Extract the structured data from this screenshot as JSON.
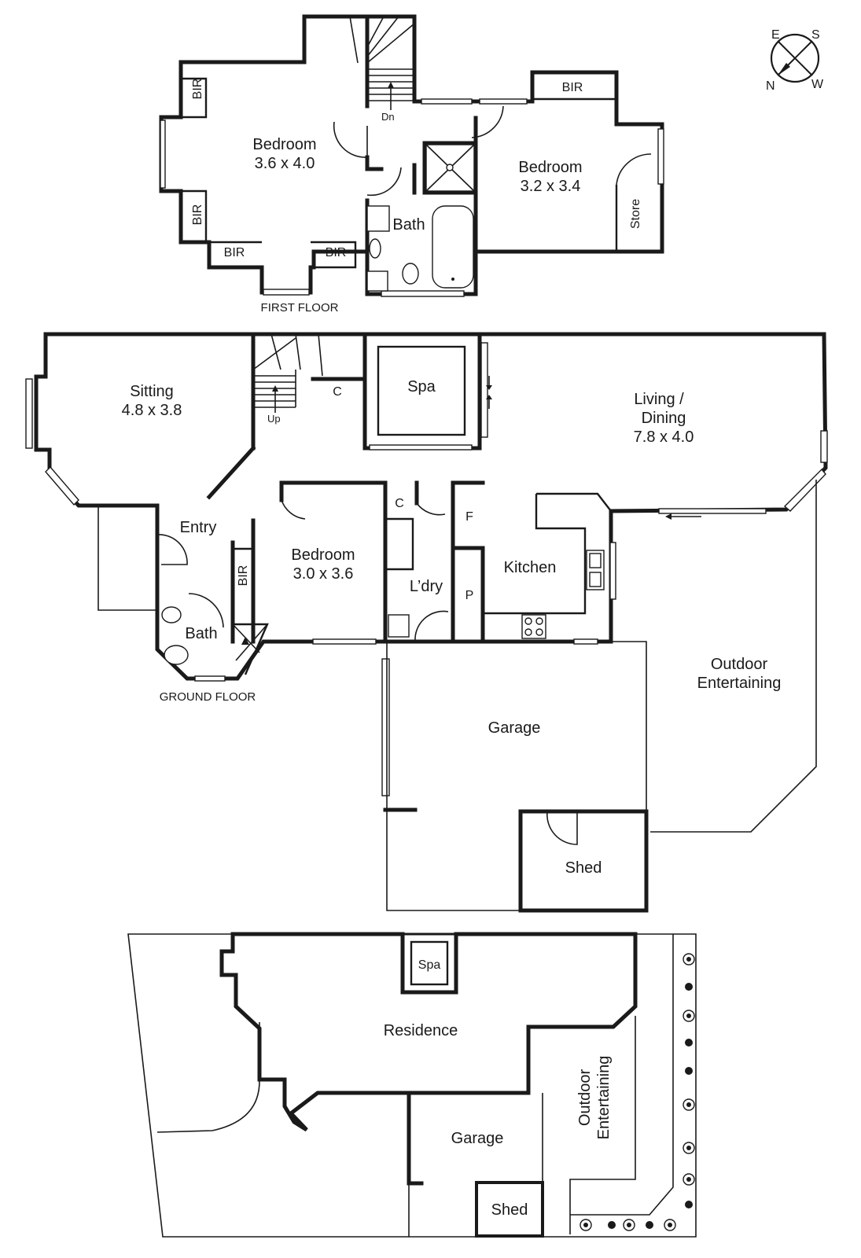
{
  "compass": {
    "e": "E",
    "s": "S",
    "n": "N",
    "w": "W"
  },
  "first_floor": {
    "caption": "FIRST FLOOR",
    "bedroom1": {
      "name": "Bedroom",
      "size": "3.6 x 4.0"
    },
    "bedroom2": {
      "name": "Bedroom",
      "size": "3.2 x 3.4"
    },
    "bath": "Bath",
    "store": "Store",
    "bir": "BIR",
    "stairs_dn": "Dn"
  },
  "ground_floor": {
    "caption": "GROUND FLOOR",
    "sitting": {
      "name": "Sitting",
      "size": "4.8 x 3.8"
    },
    "living": {
      "name1": "Living /",
      "name2": "Dining",
      "size": "7.8 x 4.0"
    },
    "bedroom": {
      "name": "Bedroom",
      "size": "3.0 x 3.6"
    },
    "spa": "Spa",
    "entry": "Entry",
    "bath": "Bath",
    "laundry": "L’dry",
    "kitchen": "Kitchen",
    "garage": "Garage",
    "shed": "Shed",
    "outdoor1": "Outdoor",
    "outdoor2": "Entertaining",
    "cupboard": "C",
    "fridge": "F",
    "pantry": "P",
    "bir": "BIR",
    "stairs_up": "Up"
  },
  "site_plan": {
    "residence": "Residence",
    "spa": "Spa",
    "garage": "Garage",
    "shed": "Shed",
    "outdoor": "Outdoor Entertaining"
  }
}
